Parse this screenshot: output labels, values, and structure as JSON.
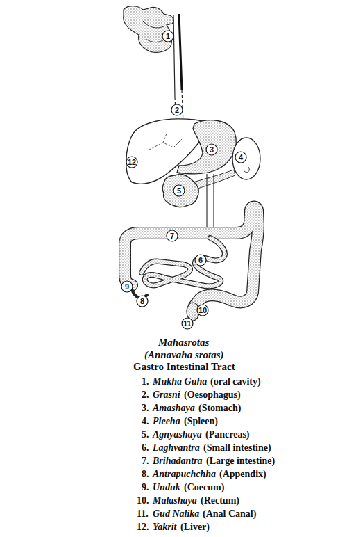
{
  "diagram": {
    "title": "Mahasrotas",
    "labels": [
      "1",
      "2",
      "3",
      "4",
      "5",
      "6",
      "7",
      "8",
      "9",
      "10",
      "11",
      "12",
      "(Annavaha srotas)",
      "Gastro Intestinal Tract",
      "1.",
      "Mukha Guha",
      "(oral cavity)",
      "2.",
      "Grasni",
      "(Oesophagus)",
      "3.",
      "Amashaya",
      "(Stomach)",
      "4.",
      "Pleeha",
      "(Spleen)",
      "5.",
      "Agnyashaya",
      "(Pancreas)",
      "6.",
      "Laghvantra",
      "(Small intestine)",
      "7.",
      "Brihadantra",
      "(Large intestine)",
      "8.",
      "Antrapuchchha",
      "(Appendix)",
      "9.",
      "Unduk",
      "(Coecum)",
      "10.",
      "Malashaya",
      "(Rectum)",
      "11.",
      "Gud Nalika",
      "(Anal Canal)",
      "12.",
      "Yakrit",
      "(Liver)"
    ]
  }
}
